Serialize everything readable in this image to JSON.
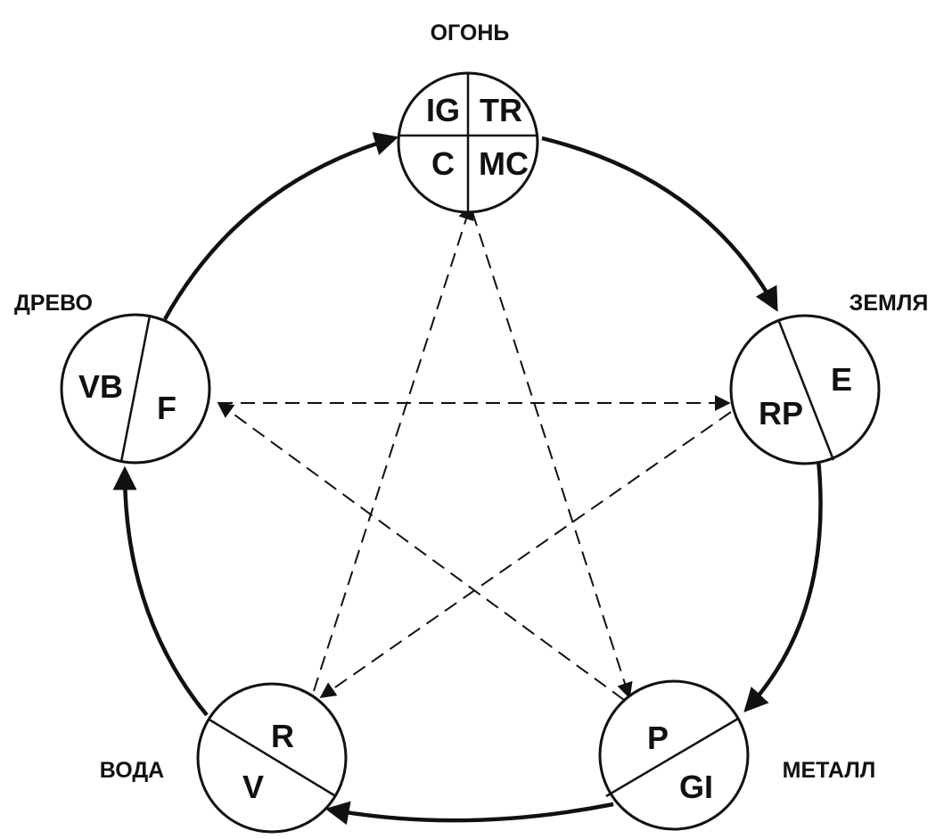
{
  "elements": {
    "fire": {
      "name": "ОГОНЬ",
      "organs": [
        "IG",
        "TR",
        "C",
        "MC"
      ]
    },
    "earth": {
      "name": "ЗЕМЛЯ",
      "organs": [
        "E",
        "RP"
      ]
    },
    "metal": {
      "name": "МЕТАЛЛ",
      "organs": [
        "P",
        "GI"
      ]
    },
    "water": {
      "name": "ВОДА",
      "organs": [
        "R",
        "V"
      ]
    },
    "wood": {
      "name": "ДРЕВО",
      "organs": [
        "VB",
        "F"
      ]
    }
  },
  "cycles": {
    "generating": [
      [
        "fire",
        "earth"
      ],
      [
        "earth",
        "metal"
      ],
      [
        "metal",
        "water"
      ],
      [
        "water",
        "wood"
      ],
      [
        "wood",
        "fire"
      ]
    ],
    "controlling": [
      [
        "fire",
        "metal"
      ],
      [
        "metal",
        "wood"
      ],
      [
        "wood",
        "earth"
      ],
      [
        "earth",
        "water"
      ],
      [
        "water",
        "fire"
      ]
    ]
  },
  "colors": {
    "ink": "#111111",
    "background": "#ffffff"
  }
}
